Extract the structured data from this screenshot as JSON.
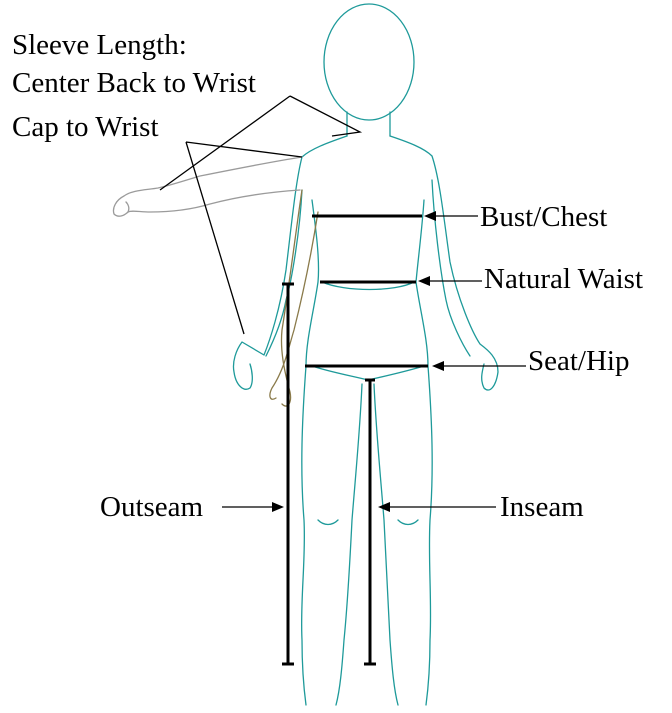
{
  "labels": {
    "sleeve_length": "Sleeve Length:",
    "center_back_to_wrist": "Center Back to Wrist",
    "cap_to_wrist": "Cap to Wrist",
    "bust_chest": "Bust/Chest",
    "natural_waist": "Natural Waist",
    "seat_hip": "Seat/Hip",
    "outseam": "Outseam",
    "inseam": "Inseam"
  },
  "colors": {
    "figure_outline": "#1e9a9a",
    "raised_arm": "#9b9b9b",
    "lowered_arm": "#8a7a4a",
    "measurement_lines": "#000000",
    "label_text": "#000000",
    "background": "#ffffff"
  }
}
